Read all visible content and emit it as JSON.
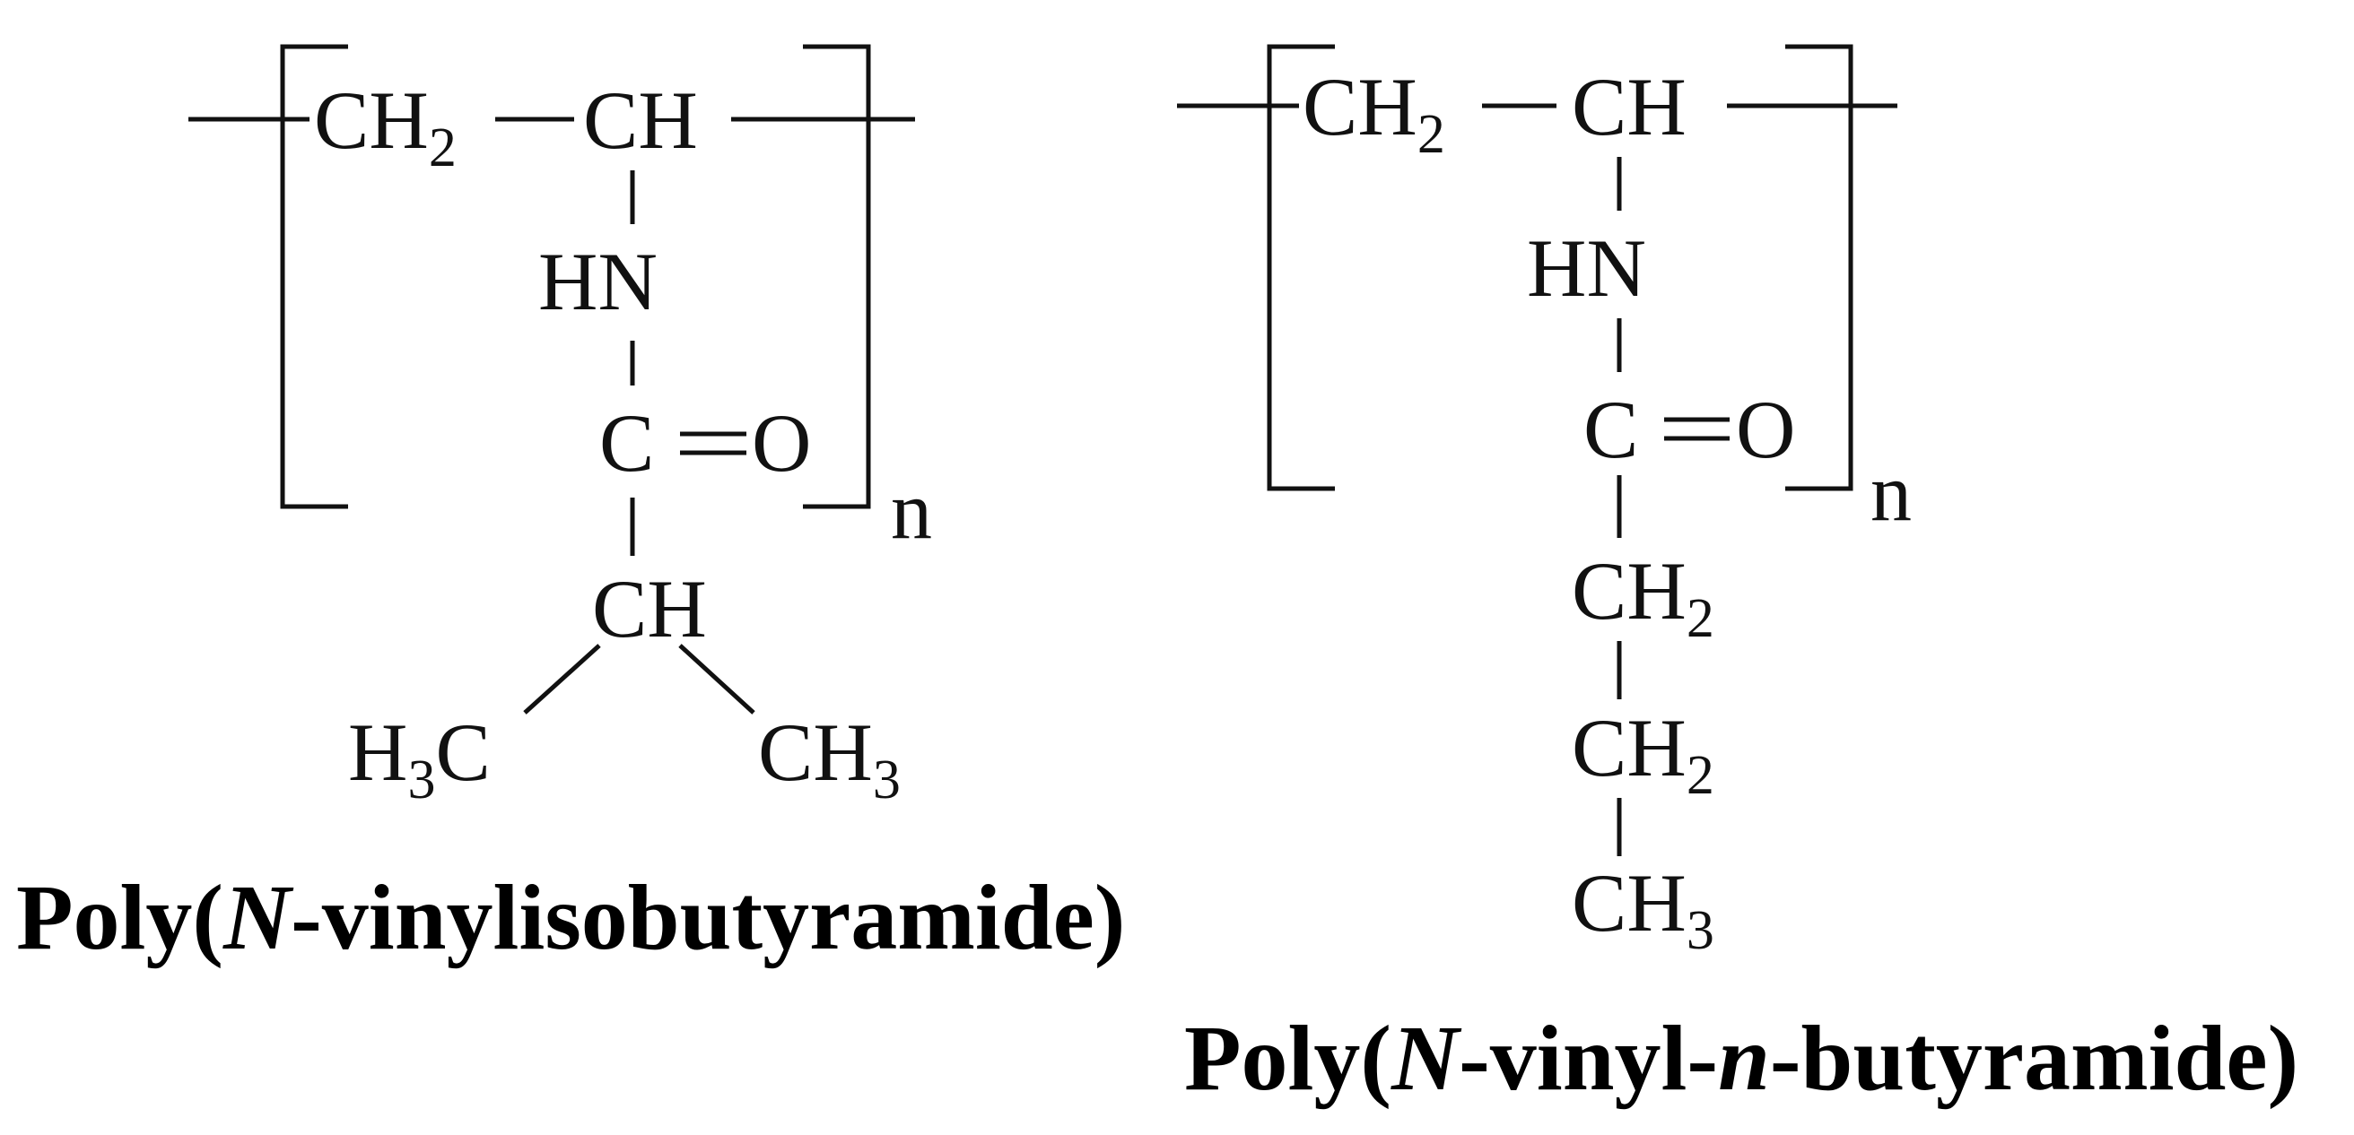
{
  "left_structure": {
    "backbone_ch2": {
      "base": "CH",
      "sub": "2"
    },
    "backbone_ch": "CH",
    "amide_nh": "HN",
    "carbonyl_c": "C",
    "carbonyl_o": "O",
    "branch_ch": "CH",
    "methyl_left": {
      "pre": "H",
      "sub": "3",
      "post": "C"
    },
    "methyl_right": {
      "base": "CH",
      "sub": "3"
    },
    "repeat_index": "n",
    "name": {
      "pre": "Poly(",
      "italic": "N",
      "post": "-vinylisobutyramide)"
    }
  },
  "right_structure": {
    "backbone_ch2": {
      "base": "CH",
      "sub": "2"
    },
    "backbone_ch": "CH",
    "amide_nh": "HN",
    "carbonyl_c": "C",
    "carbonyl_o": "O",
    "chain_ch2_a": {
      "base": "CH",
      "sub": "2"
    },
    "chain_ch2_b": {
      "base": "CH",
      "sub": "2"
    },
    "chain_ch3": {
      "base": "CH",
      "sub": "3"
    },
    "repeat_index": "n",
    "name": {
      "pre": "Poly(",
      "italic1": "N",
      "mid": "-vinyl-",
      "italic2": "n",
      "post": "-butyramide)"
    }
  }
}
